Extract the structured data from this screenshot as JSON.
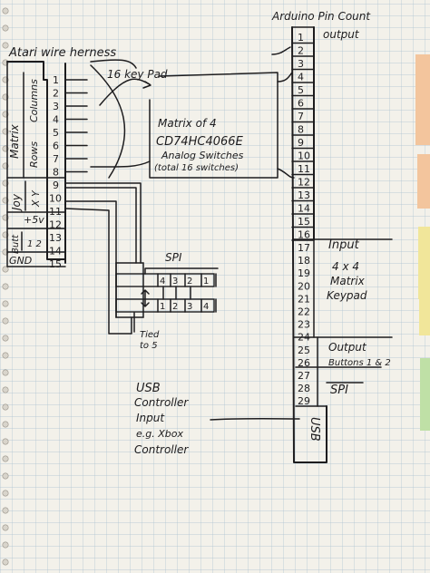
{
  "colors": {
    "paper": "#f3f1ea",
    "grid": "#a9bfd0",
    "ink": "#1d1c1e",
    "tab_peach": "#f3c59d",
    "tab_yellow": "#f1e69a",
    "tab_green": "#bfe0a6"
  },
  "harness": {
    "title": "Atari wire herness",
    "labels": {
      "matrix": "Matrix",
      "columns": "Columns",
      "rows": "Rows",
      "joy": "Joy",
      "xy": "X Y",
      "plus5v": "+5v",
      "butt": "Butt",
      "b12": "1 2",
      "gnd": "GND"
    },
    "pins": [
      "1",
      "2",
      "3",
      "4",
      "5",
      "6",
      "7",
      "8",
      "9",
      "10",
      "11",
      "12",
      "13",
      "14",
      "15"
    ]
  },
  "keypad": {
    "label": "16 key Pad",
    "matrix_box": {
      "line1": "Matrix of 4",
      "line2": "CD74HC4066E",
      "line3": "Analog Switches",
      "line4": "(total 16 switches)"
    }
  },
  "spi": {
    "label": "SPI",
    "top_pins": [
      "4",
      "3",
      "2",
      "1"
    ],
    "bottom_pins": [
      "1",
      "2",
      "3",
      "4"
    ],
    "tied_label": "Tied",
    "tied_label2": "to 5"
  },
  "arduino": {
    "title": "Arduino Pin Count",
    "output_label": "output",
    "pins": [
      "1",
      "2",
      "3",
      "4",
      "5",
      "6",
      "7",
      "8",
      "9",
      "10",
      "11",
      "12",
      "13",
      "14",
      "15",
      "16",
      "17",
      "18",
      "19",
      "20",
      "21",
      "22",
      "23",
      "24",
      "25",
      "26",
      "27",
      "28",
      "29"
    ],
    "input_label": "Input",
    "keypad_line1": "4 x 4",
    "keypad_line2": "Matrix",
    "keypad_line3": "Keypad",
    "output2_label": "Output",
    "buttons_label": "Buttons 1 & 2",
    "spi_label": "SPI",
    "usb_label": "USB"
  },
  "usb_controller": {
    "line1": "USB",
    "line2": "Controller",
    "line3": "Input",
    "line4": "e.g. Xbox",
    "line5": "Controller"
  }
}
